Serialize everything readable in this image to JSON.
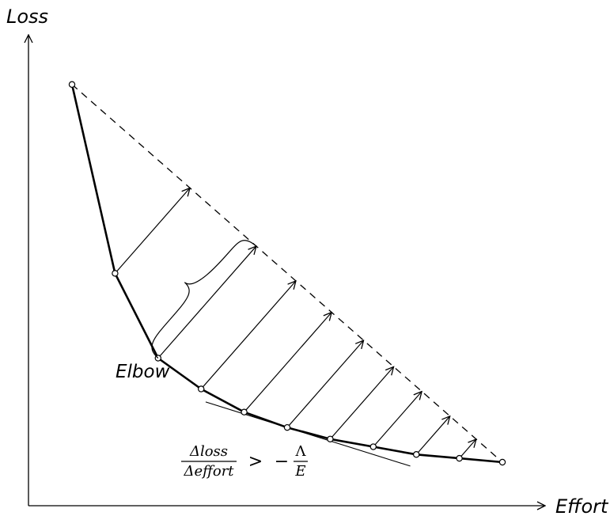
{
  "axes": {
    "x_label": "Effort",
    "y_label": "Loss"
  },
  "annotations": {
    "elbow_label": "Elbow",
    "formula": {
      "numerator": "Δloss",
      "denominator": "Δeffort",
      "operator": ">",
      "rhs_sign": "−",
      "rhs_numerator": "Λ",
      "rhs_denominator": "E"
    }
  },
  "chart_data": {
    "type": "line",
    "x": [
      0,
      1,
      2,
      3,
      4,
      5,
      6,
      7,
      8,
      9,
      10
    ],
    "values": [
      100,
      51,
      29,
      21,
      15,
      11,
      8,
      6,
      4,
      3,
      2
    ],
    "chord": "dashed",
    "elbow_index": 2,
    "arrows_from_points": [
      1,
      2,
      3,
      4,
      5,
      6,
      7,
      8,
      9
    ],
    "brace_on_arrow_from_point": 2,
    "tangent_at_point": 5
  }
}
